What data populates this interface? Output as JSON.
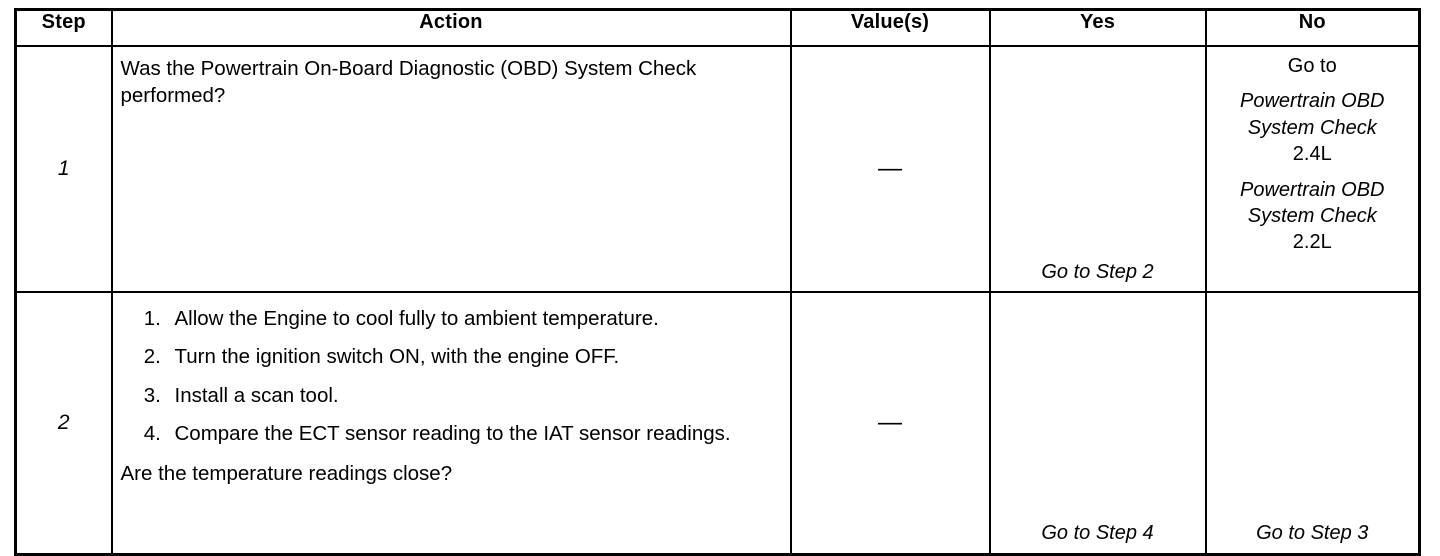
{
  "table": {
    "headers": [
      "Step",
      "Action",
      "Value(s)",
      "Yes",
      "No"
    ],
    "rows": [
      {
        "step": "1",
        "action_question": "Was the Powertrain On-Board Diagnostic (OBD) System Check performed?",
        "value": "—",
        "yes": "Go to Step 2",
        "no_intro": "Go to",
        "no_ref_1_line_1": "Powertrain OBD",
        "no_ref_1_line_2": "System Check",
        "no_ref_1_line_3": "2.4L",
        "no_ref_2_line_1": "Powertrain OBD",
        "no_ref_2_line_2": "System Check",
        "no_ref_2_line_3": "2.2L"
      },
      {
        "step": "2",
        "action_items": [
          "Allow the Engine to cool fully to ambient temperature.",
          "Turn the ignition switch ON, with the engine OFF.",
          "Install a scan tool.",
          "Compare the ECT sensor reading to the IAT sensor readings."
        ],
        "action_question": "Are the temperature readings close?",
        "value": "—",
        "yes": "Go to Step 4",
        "no": "Go to Step 3"
      }
    ]
  }
}
